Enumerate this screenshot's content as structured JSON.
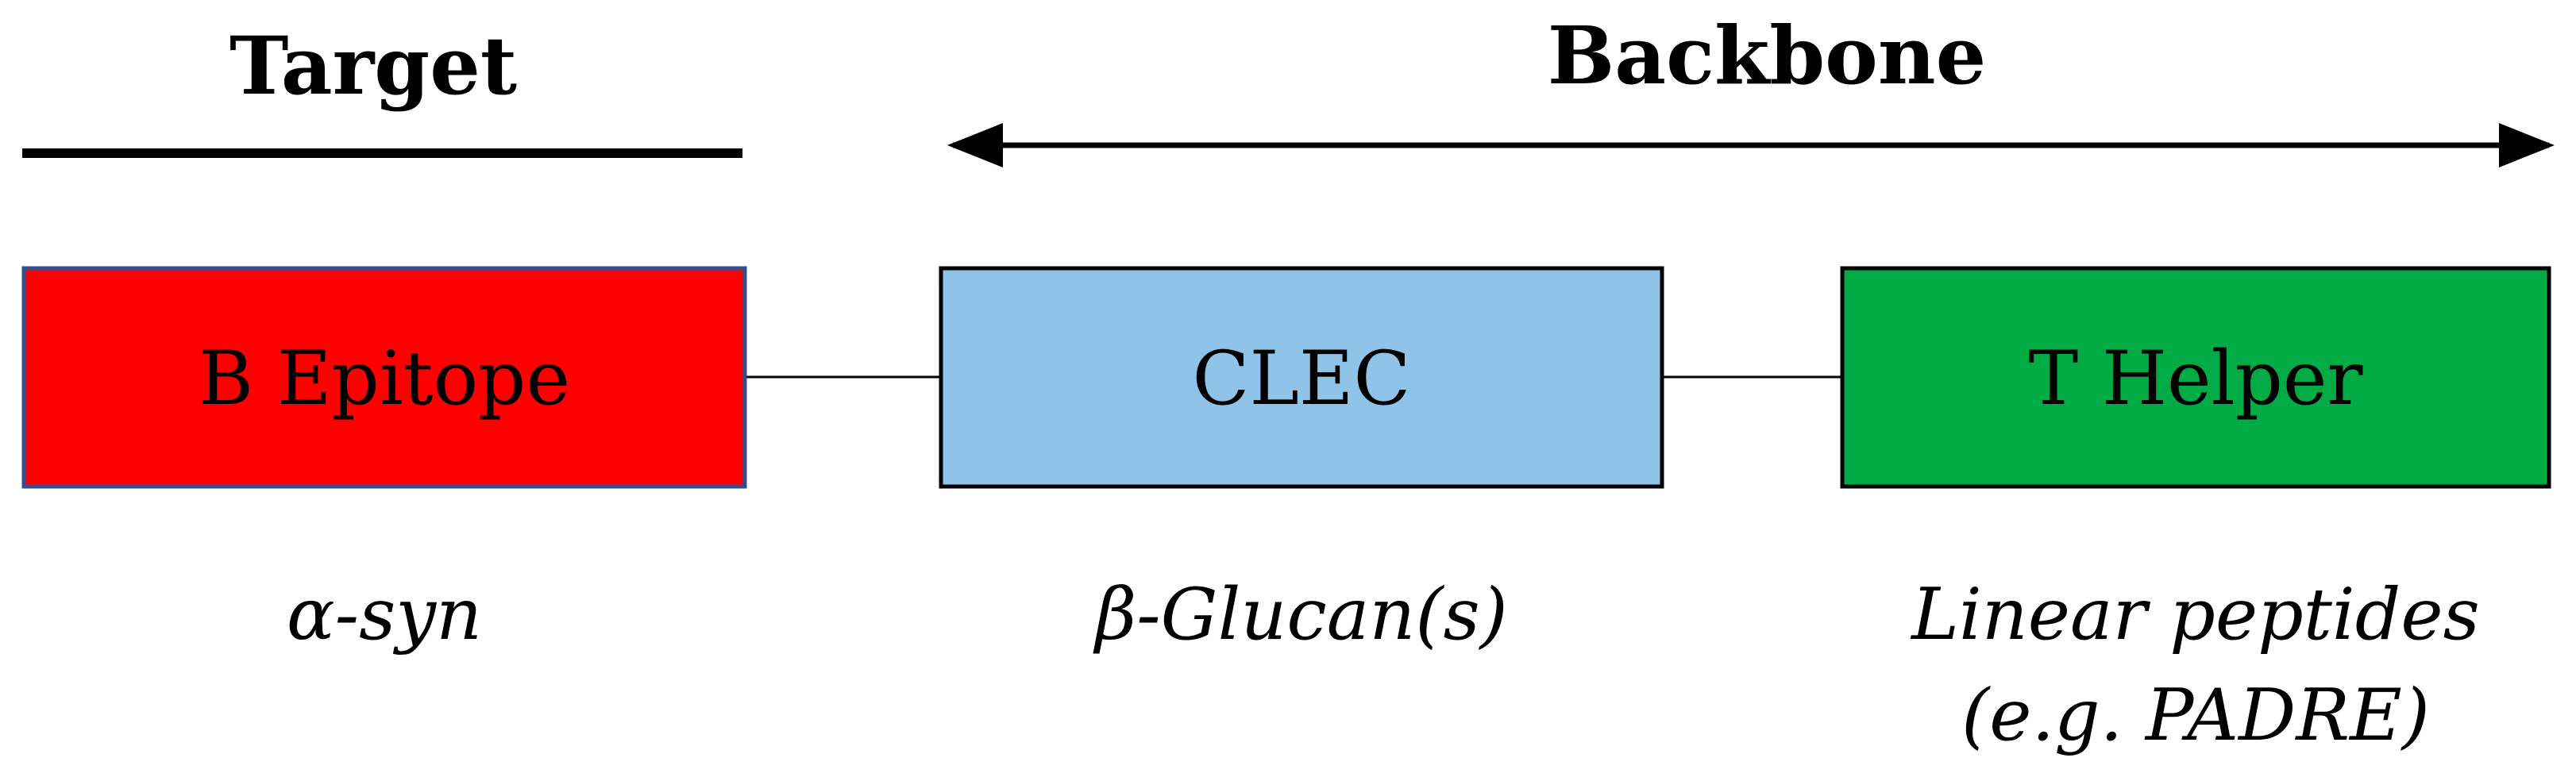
{
  "headings": {
    "target": "Target",
    "backbone": "Backbone"
  },
  "boxes": {
    "b_epitope": {
      "label": "B Epitope",
      "fill": "#ff0000",
      "stroke": "#2f4f8f"
    },
    "clec": {
      "label": "CLEC",
      "fill": "#8fc3e8",
      "stroke": "#000000"
    },
    "t_helper": {
      "label": "T Helper",
      "fill": "#00aa44",
      "stroke": "#000000"
    }
  },
  "captions": {
    "b_epitope": "α-syn",
    "clec": "β-Glucan(s)",
    "t_helper_line1": "Linear peptides",
    "t_helper_line2": "(e.g. PADRE)"
  }
}
